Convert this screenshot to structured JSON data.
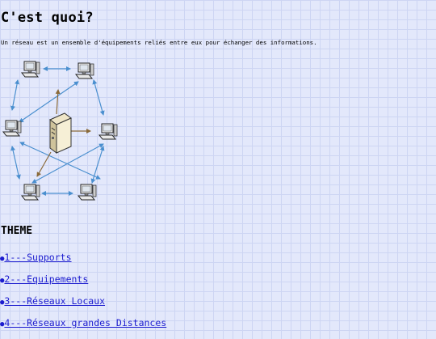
{
  "page": {
    "title": "C'est quoi?",
    "intro": "Un réseau est un ensemble d'équipements reliés entre eux pour échanger des informations."
  },
  "diagram": {
    "icons": [
      "workstation-icon",
      "server-icon"
    ],
    "colors": {
      "link": "#4a8fcf",
      "server_link": "#8a6a3a"
    }
  },
  "theme": {
    "heading": "THEME",
    "bullet": "●",
    "links": [
      "1---Supports",
      "2---Equipements",
      "3---Réseaux Locaux",
      "4---Réseaux grandes Distances"
    ]
  }
}
